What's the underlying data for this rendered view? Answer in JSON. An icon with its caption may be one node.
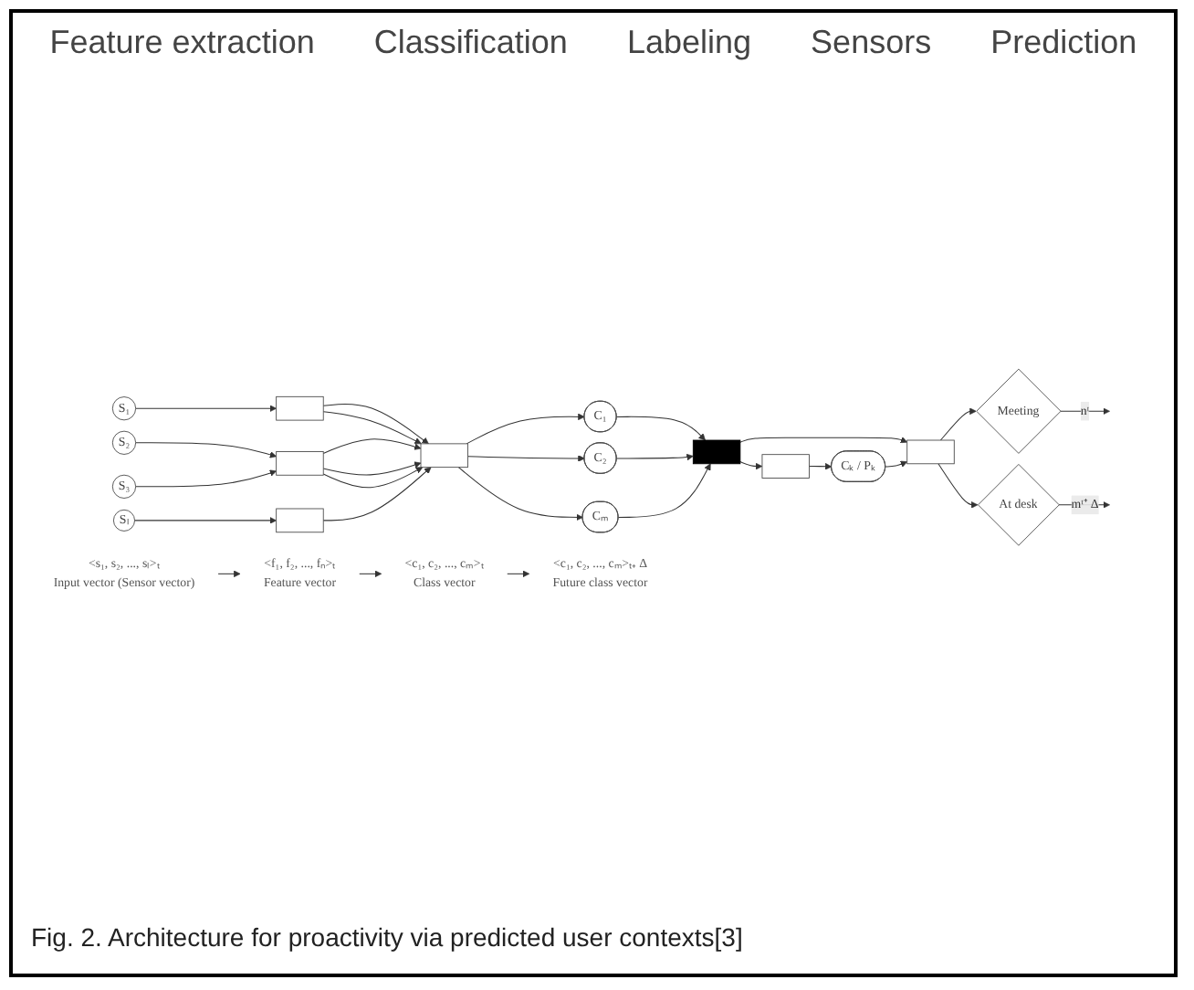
{
  "diagram": {
    "caption": "Fig. 2.  Architecture for proactivity via predicted user contexts[3]",
    "nodes": [
      {
        "text": [
          "S₁"
        ]
      },
      {
        "text": [
          "S₂"
        ]
      },
      {
        "text": [
          "S₃"
        ]
      },
      {
        "text": [
          "Sₗ"
        ]
      },
      {
        "text": [],
        "shape": "box"
      },
      {
        "text": [],
        "shape": "box"
      },
      {
        "text": [],
        "shape": "box"
      },
      {
        "text": [],
        "shape": "box"
      },
      {
        "text": [
          "C₁"
        ]
      },
      {
        "text": [
          "C₂"
        ]
      },
      {
        "text": [
          "Cₘ"
        ]
      },
      {
        "text": [],
        "shape": "bar"
      },
      {
        "text": [],
        "shape": "box"
      },
      {
        "text": [],
        "shape": "box"
      },
      {
        "text": [
          "Meeting"
        ]
      },
      {
        "text": [
          "At desk"
        ]
      },
      {
        "text": [
          "Cₖ / Pₖ"
        ]
      },
      {
        "text": [
          "<s₁, s₂, ..., sₗ>ₜ"
        ],
        "beside": [
          "Input vector (Sensor vector)"
        ]
      },
      {
        "text": [
          "<f₁, f₂, ..., fₙ>ₜ"
        ],
        "beside": [
          "Feature vector"
        ]
      },
      {
        "text": [
          "<c₁, c₂, ..., cₘ>ₜ"
        ],
        "beside": [
          "Class vector"
        ]
      },
      {
        "text": [
          "<c₁, c₂, ..., cₘ>ₜ₊ Δ"
        ],
        "beside": [
          "Future class vector"
        ]
      }
    ],
    "edges": [
      {
        "from": 0,
        "to": 4,
        "arrow": "to"
      },
      {
        "from": 1,
        "to": 5,
        "arrow": "to"
      },
      {
        "from": 2,
        "to": 5,
        "arrow": "to"
      },
      {
        "from": 3,
        "to": 6,
        "arrow": "to"
      },
      {
        "from": 4,
        "to": 7,
        "arrow": "to"
      },
      {
        "from": 4,
        "to": 7,
        "arrow": "to"
      },
      {
        "from": 5,
        "to": 7,
        "arrow": "to"
      },
      {
        "from": 5,
        "to": 7,
        "arrow": "to"
      },
      {
        "from": 5,
        "to": 7,
        "arrow": "to"
      },
      {
        "from": 6,
        "to": 7,
        "arrow": "to"
      },
      {
        "from": 7,
        "to": 8,
        "arrow": "to"
      },
      {
        "from": 7,
        "to": 9,
        "arrow": "to"
      },
      {
        "from": 7,
        "to": 10,
        "arrow": "to"
      },
      {
        "from": 8,
        "to": 11,
        "arrow": "to"
      },
      {
        "from": 9,
        "to": 11,
        "arrow": "to"
      },
      {
        "from": 10,
        "to": 11,
        "arrow": "to"
      },
      {
        "from": 11,
        "to": 12,
        "arrow": "to"
      },
      {
        "from": 11,
        "to": 13,
        "arrow": "to"
      },
      {
        "from": 12,
        "to": 14,
        "arrow": "to"
      },
      {
        "from": 12,
        "to": 15,
        "arrow": "to"
      },
      {
        "from": 13,
        "to": 16,
        "arrow": "to"
      },
      {
        "from": 16,
        "to": 12,
        "arrow": "to"
      },
      {
        "from": 14,
        "to": null,
        "arrow": "to",
        "label": "nᵗ"
      },
      {
        "from": 15,
        "to": null,
        "arrow": "to",
        "label": "mᵗ⁺ Δ"
      },
      {
        "from": 17,
        "to": 18,
        "arrow": "to"
      },
      {
        "from": 18,
        "to": 19,
        "arrow": "to"
      },
      {
        "from": 19,
        "to": 20,
        "arrow": "to"
      }
    ],
    "labels": [
      "Feature extraction",
      "Classification",
      "Labeling",
      "Sensors",
      "Prediction"
    ]
  }
}
